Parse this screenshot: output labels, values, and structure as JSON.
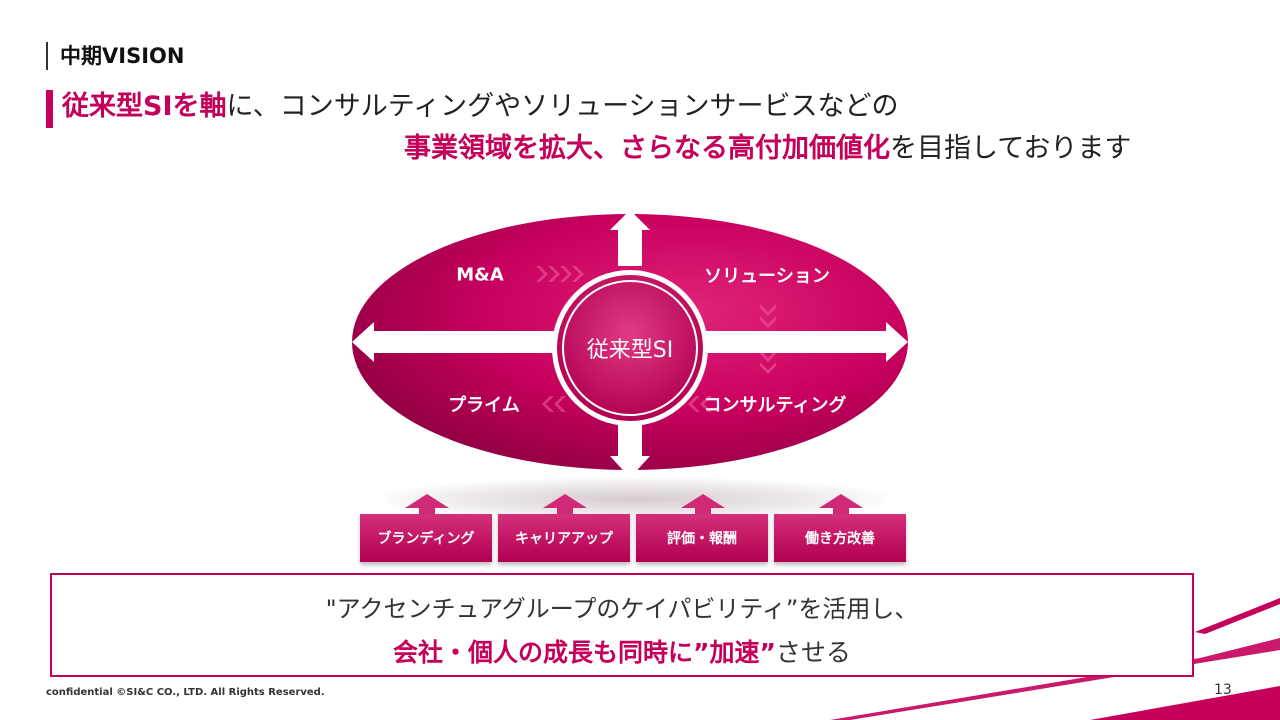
{
  "section_title": "中期VISION",
  "headline": {
    "line1_accent": "従来型SIを軸",
    "line1_rest": "に、コンサルティングやソリューションサービスなどの",
    "line2_accent": "事業領域を拡大、さらなる高付加価値化",
    "line2_rest": "を目指しております"
  },
  "diagram": {
    "center": "従来型SI",
    "top_left": "M&A",
    "top_right": "ソリューション",
    "bottom_left": "プライム",
    "bottom_right": "コンサルティング"
  },
  "pillars": [
    {
      "label": "ブランディング"
    },
    {
      "label": "キャリアアップ"
    },
    {
      "label": "評価・報酬"
    },
    {
      "label": "働き方改善"
    }
  ],
  "bottom_box": {
    "line1": "\"アクセンチュアグループのケイパビリティ”を活用し、",
    "line2_accent": "会社・個人の成長も同時に”加速”",
    "line2_rest": "させる"
  },
  "footer": "confidential ©SI&C CO., LTD. All Rights Reserved.",
  "page_number": "13",
  "colors": {
    "accent": "#c4005a",
    "ellipse_dark": "#8e0041",
    "ellipse_light": "#e0237a"
  }
}
